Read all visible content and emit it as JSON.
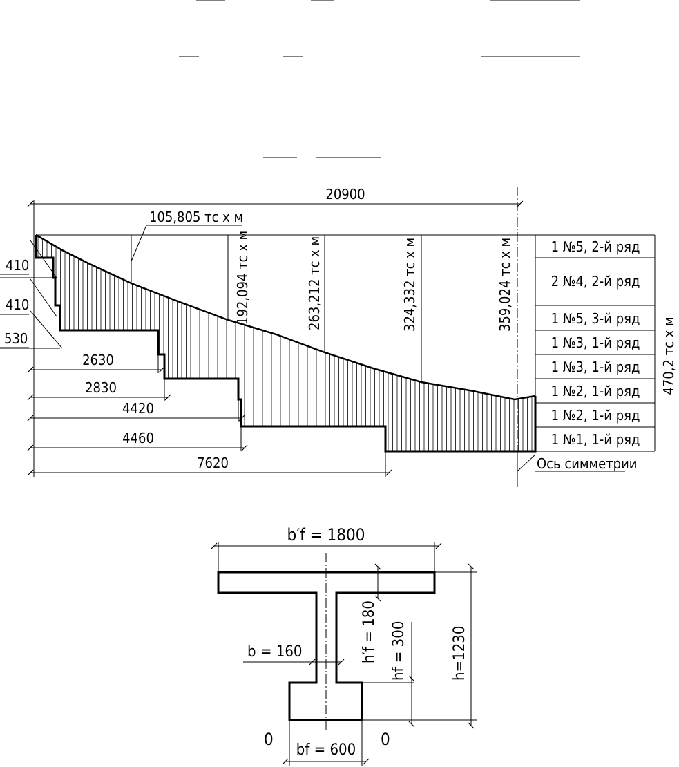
{
  "diagram": {
    "overall_span": "20900",
    "moments": {
      "m1": "105,805 тс х м",
      "m2": "192,094 тс х м",
      "m3": "263,212 тс х м",
      "m4": "324,332 тс х м",
      "m5": "359,024 тс х м",
      "max": "470,2 тс х м"
    },
    "step_dims": {
      "d410a": "410",
      "d410b": "410",
      "d530": "530",
      "d2630": "2630",
      "d2830": "2830",
      "d4420": "4420",
      "d4460": "4460",
      "d7620": "7620"
    },
    "bars": [
      "1 №5, 2-й ряд",
      "2 №4, 2-й ряд",
      "1 №5, 3-й ряд",
      "1 №3, 1-й ряд",
      "1 №3, 1-й ряд",
      "1 №2, 1-й ряд",
      "1 №2, 1-й ряд",
      "1 №1, 1-й ряд"
    ],
    "axis_label": "Ось симметрии"
  },
  "section": {
    "bf_prime": "b′f = 1800",
    "hf_prime": "h′f = 180",
    "hf": "hf = 300",
    "h": "h=1230",
    "b": "b = 160",
    "bf": "bf = 600",
    "o_left": "0",
    "o_right": "0"
  }
}
